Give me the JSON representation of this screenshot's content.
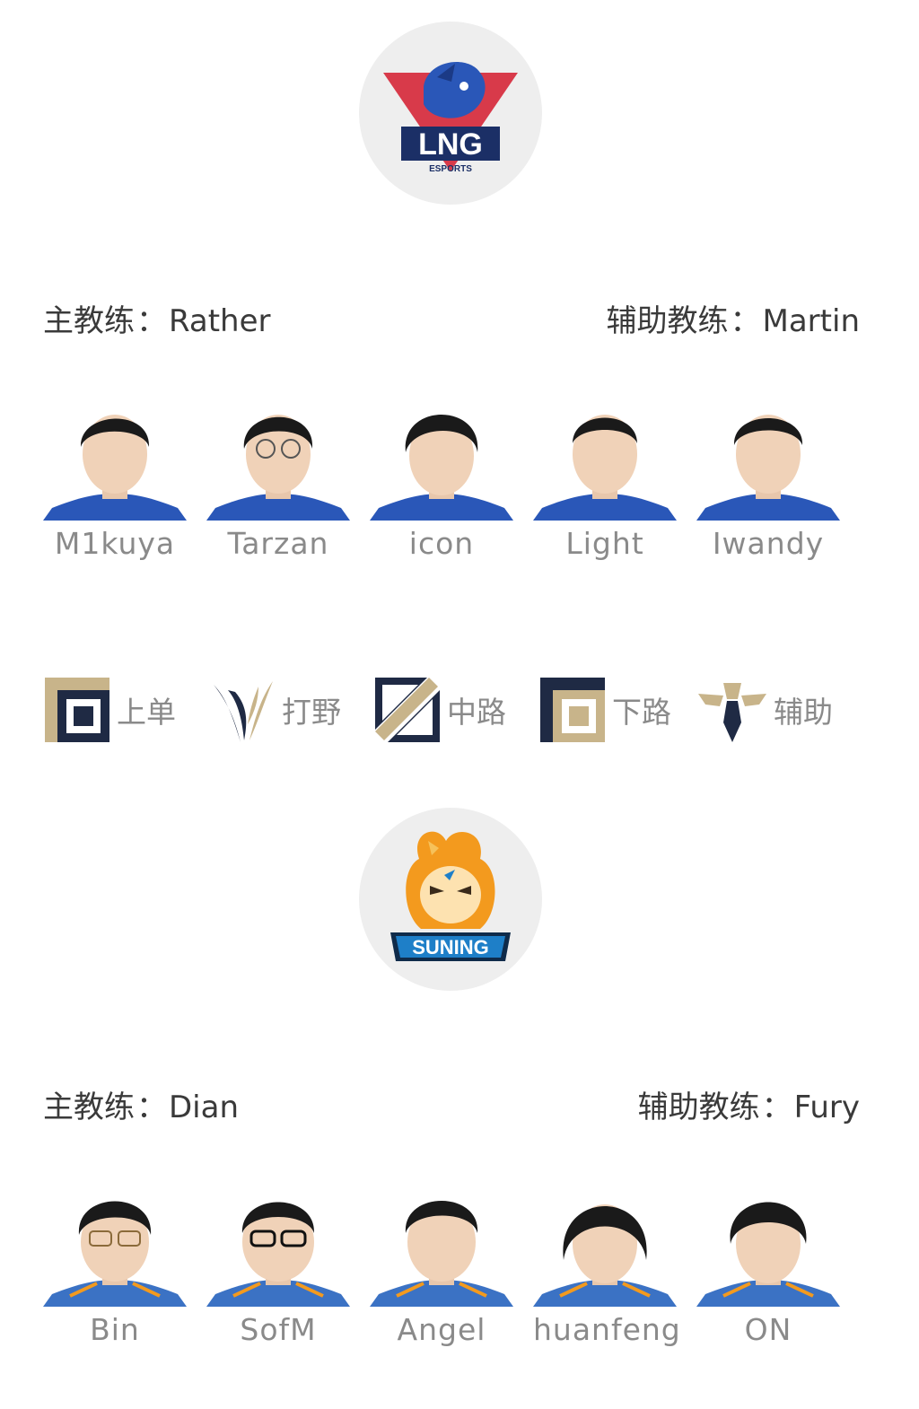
{
  "teams": [
    {
      "logo_text": "LNG",
      "logo_subtext": "ESPORTS",
      "coach_label": "主教练",
      "coach_name": "Rather",
      "assistant_label": "辅助教练",
      "assistant_name": "Martin",
      "players": [
        "M1kuya",
        "Tarzan",
        "icon",
        "Light",
        "Iwandy"
      ]
    },
    {
      "logo_text": "SUNING",
      "coach_label": "主教练",
      "coach_name": "Dian",
      "assistant_label": "辅助教练",
      "assistant_name": "Fury",
      "players": [
        "Bin",
        "SofM",
        "Angel",
        "huanfeng",
        "ON"
      ]
    }
  ],
  "colon": "：",
  "roles": [
    {
      "label": "上单",
      "icon": "top-lane-icon"
    },
    {
      "label": "打野",
      "icon": "jungle-icon"
    },
    {
      "label": "中路",
      "icon": "mid-lane-icon"
    },
    {
      "label": "下路",
      "icon": "bot-lane-icon"
    },
    {
      "label": "辅助",
      "icon": "support-icon"
    }
  ],
  "colors": {
    "role_gold": "#c8b48a",
    "role_navy": "#1f2a44",
    "lng_blue": "#2a57b8",
    "lng_red": "#d83a4a",
    "suning_orange": "#f39a1e",
    "suning_blue": "#1e7fc8"
  }
}
